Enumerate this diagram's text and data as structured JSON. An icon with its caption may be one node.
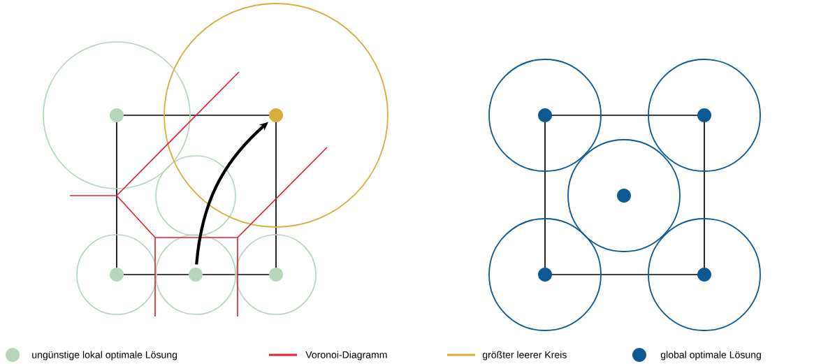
{
  "diagram": {
    "nodes": [
      {
        "text": [],
        "shape": "circle"
      },
      {
        "text": [],
        "shape": "circle"
      }
    ],
    "edges": [
      {
        "from": 0,
        "to": 1,
        "arrow": "to"
      }
    ],
    "legend": [
      {
        "text": "ungünstige lokal optimale Lösung",
        "color": "#b5d6b8"
      },
      {
        "text": "Voronoi-Diagramm"
      },
      {
        "text": "größter leerer Kreis"
      },
      {
        "text": "global optimale Lösung",
        "color": "#0b5a96"
      }
    ]
  }
}
